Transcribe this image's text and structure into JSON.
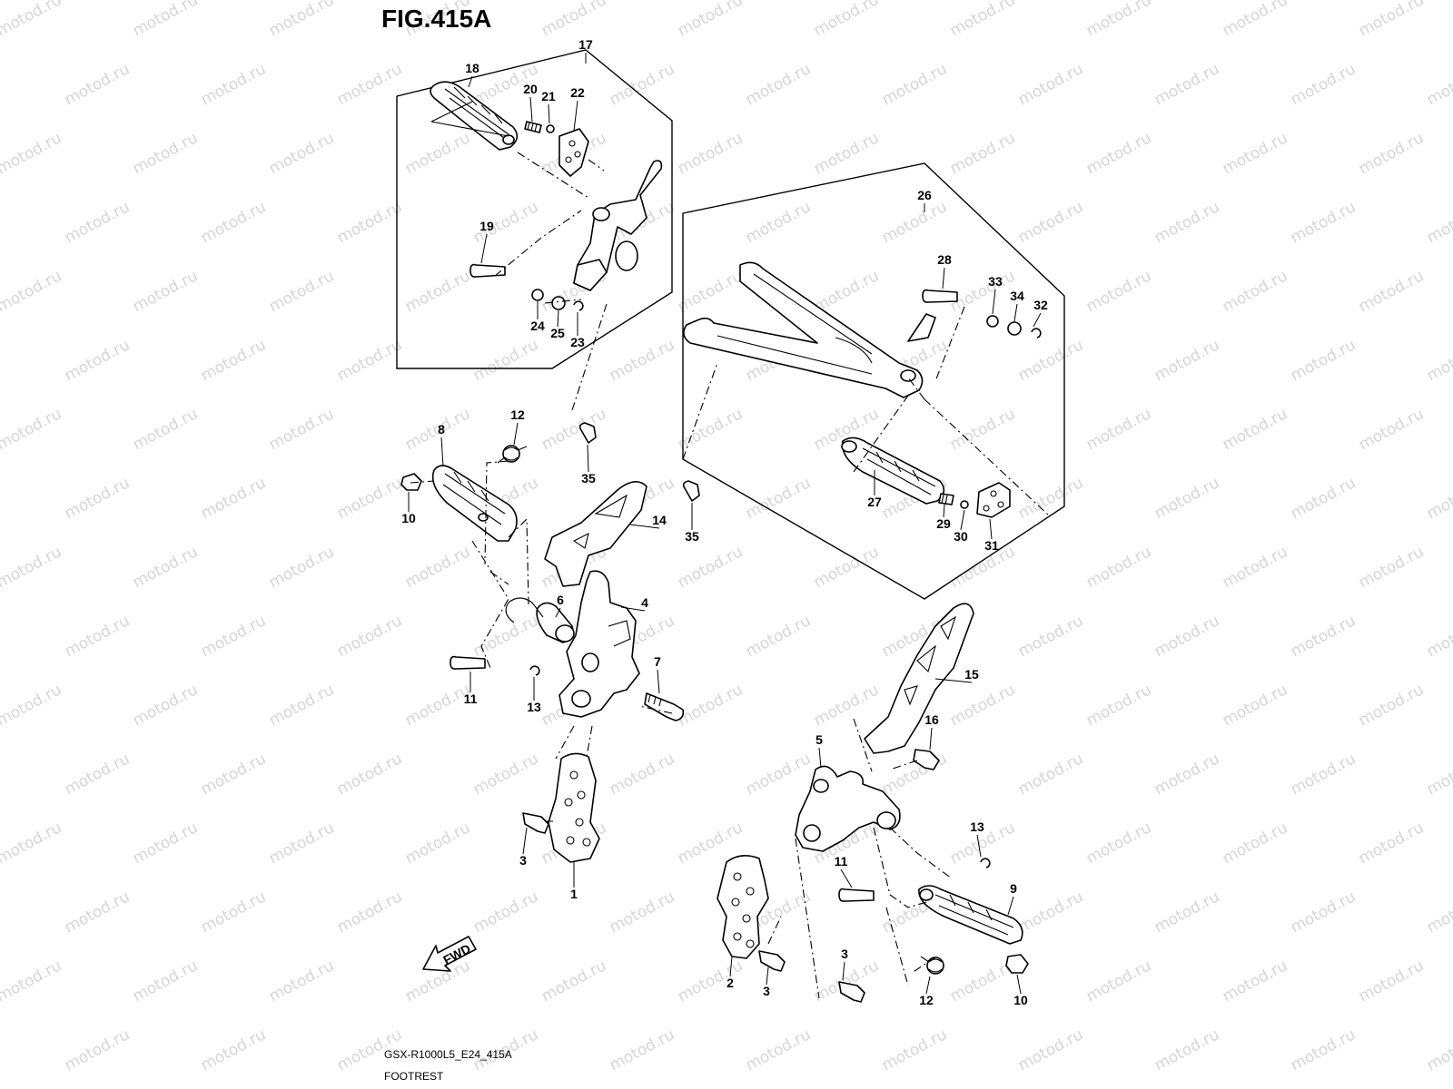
{
  "figure": {
    "title": "FIG.415A",
    "code": "GSX-R1000L5_E24_415A",
    "name": "FOOTREST",
    "watermark": "motod.ru",
    "fwd_label": "FWD"
  },
  "callouts": [
    "17",
    "18",
    "20",
    "21",
    "22",
    "19",
    "24",
    "25",
    "23",
    "26",
    "28",
    "33",
    "34",
    "32",
    "27",
    "29",
    "30",
    "31",
    "12",
    "8",
    "10",
    "35",
    "35",
    "14",
    "6",
    "4",
    "11",
    "13",
    "7",
    "15",
    "3",
    "1",
    "16",
    "5",
    "13",
    "11",
    "9",
    "3",
    "2",
    "3",
    "12",
    "10"
  ],
  "colors": {
    "line": "#000000",
    "watermark": "#d6d6d6",
    "background": "#ffffff"
  }
}
